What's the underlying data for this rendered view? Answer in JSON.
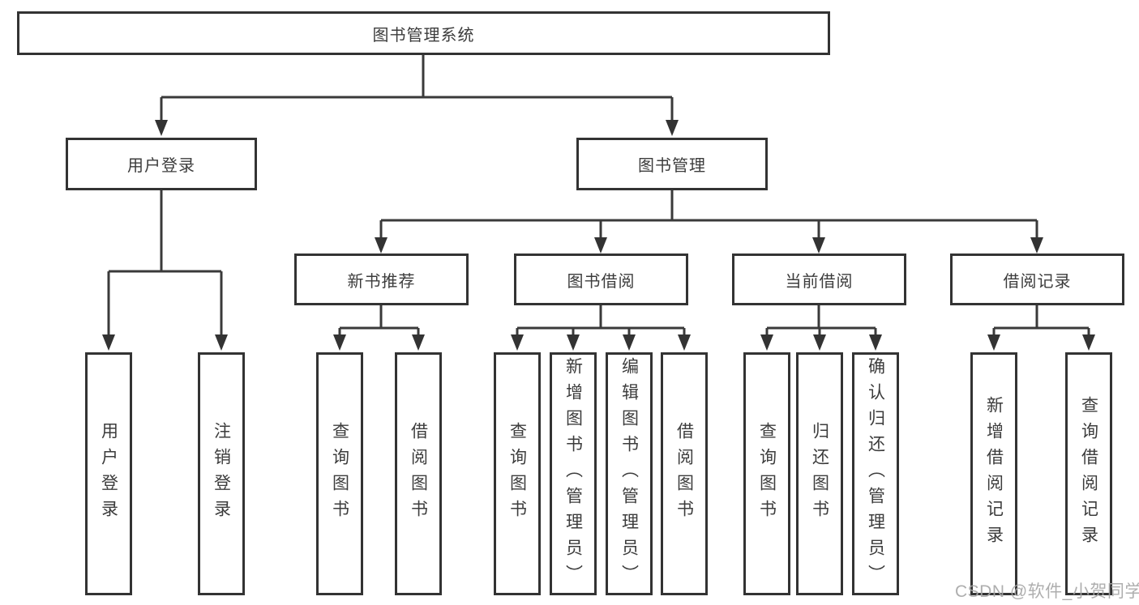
{
  "diagram": {
    "title": "图书管理系统",
    "root": {
      "label": "图书管理系统"
    },
    "level2": [
      {
        "label": "用户登录"
      },
      {
        "label": "图书管理"
      }
    ],
    "level3": [
      {
        "label": "新书推荐"
      },
      {
        "label": "图书借阅"
      },
      {
        "label": "当前借阅"
      },
      {
        "label": "借阅记录"
      }
    ],
    "leaves": {
      "user_login": [
        "用户登录",
        "注销登录"
      ],
      "new_book": [
        "查询图书",
        "借阅图书"
      ],
      "book_borrow": [
        "查询图书",
        "新增图书（管理员）",
        "编辑图书（管理员）",
        "借阅图书"
      ],
      "current_borrow": [
        "查询图书",
        "归还图书",
        "确认归还（管理员）"
      ],
      "borrow_record": [
        "新增借阅记录",
        "查询借阅记录"
      ]
    }
  },
  "watermark": {
    "text": "CSDN @软件_小贺同学"
  },
  "colors": {
    "line": "#3a3a3a",
    "arrow": "#333333",
    "box_border": "#333333",
    "text": "#3c3c3c",
    "watermark": "#a6a6a6",
    "background": "#ffffff"
  }
}
